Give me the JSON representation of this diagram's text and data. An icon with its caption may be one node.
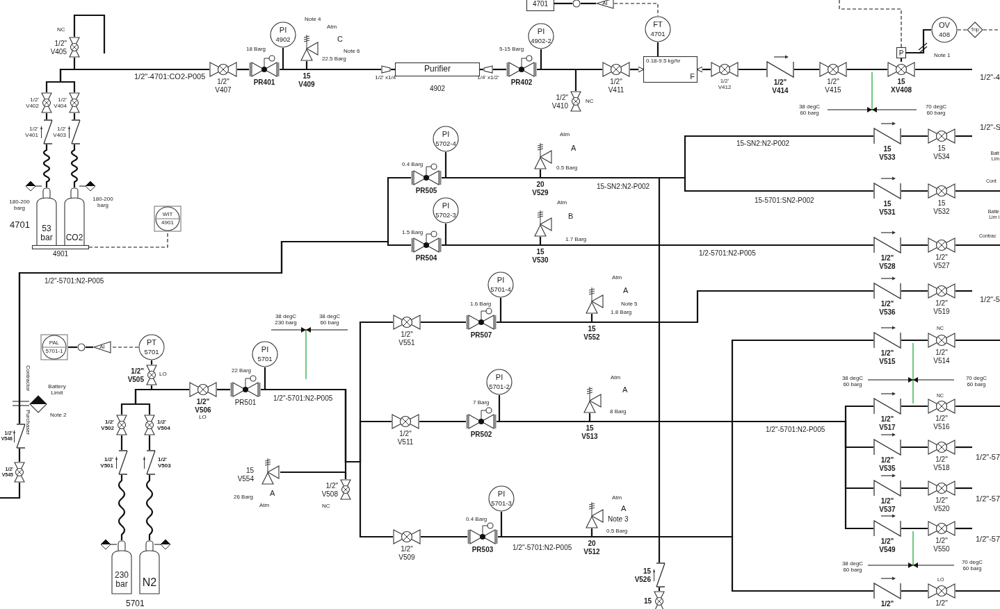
{
  "diagram": {
    "nodes": [
      {
        "text": [],
        "shape": "valve",
        "beside": [
          "1/2\"",
          "V405"
        ]
      },
      {
        "text": [],
        "shape": "valve",
        "beside": [
          "1/2'",
          "V402"
        ]
      },
      {
        "text": [],
        "shape": "valve",
        "beside": [
          "1/2'",
          "V404"
        ]
      },
      {
        "text": [],
        "shape": "valve",
        "beside": [
          "1/2'",
          "V401"
        ]
      },
      {
        "text": [],
        "shape": "valve",
        "beside": [
          "1/2'",
          "V403"
        ]
      },
      {
        "text": [
          "53 bar"
        ]
      },
      {
        "text": [
          "CO2"
        ]
      },
      {
        "text": [],
        "shape": "bar",
        "beside": [
          "4901"
        ]
      },
      {
        "text": [
          "WIT",
          "4901"
        ]
      },
      {
        "text": [],
        "shape": "valve",
        "beside": [
          "1/2\"",
          "V407"
        ]
      },
      {
        "text": [],
        "shape": "valve",
        "beside": [
          "PR401"
        ]
      },
      {
        "text": [
          "PI",
          "4902"
        ]
      },
      {
        "text": [],
        "shape": "valve",
        "beside": [
          "15",
          "V409"
        ]
      },
      {
        "text": [],
        "shape": "reducer",
        "beside": [
          "1/2' x1/4'"
        ]
      },
      {
        "text": [
          "Purifier"
        ],
        "beside": [
          "4902"
        ]
      },
      {
        "text": [],
        "shape": "reducer",
        "beside": [
          "1/4' x1/2'"
        ]
      },
      {
        "text": [],
        "shape": "valve",
        "beside": [
          "PR402"
        ]
      },
      {
        "text": [
          "PI",
          "4902-2"
        ]
      },
      {
        "text": [],
        "shape": "valve",
        "beside": [
          "1/2\"",
          "V410"
        ]
      },
      {
        "text": [],
        "shape": "valve",
        "beside": [
          "1/2\"",
          "V411"
        ]
      },
      {
        "text": [
          "FT",
          "4701"
        ]
      },
      {
        "text": [
          "0.18-9.5 kg/hr",
          "F"
        ]
      },
      {
        "text": [],
        "shape": "valve",
        "beside": [
          "1/2'",
          "V412"
        ]
      },
      {
        "text": [],
        "shape": "valve",
        "beside": [
          "1/2\"",
          "V414"
        ]
      },
      {
        "text": [],
        "shape": "valve",
        "beside": [
          "1/2\"",
          "V415"
        ]
      },
      {
        "text": [],
        "shape": "valve",
        "beside": [
          "15",
          "XV408"
        ]
      },
      {
        "text": [
          "P"
        ]
      },
      {
        "text": [
          "OV",
          "408"
        ]
      },
      {
        "text": [
          "Trip"
        ]
      },
      {
        "text": [
          "4701"
        ]
      },
      {
        "text": [],
        "shape": "circle"
      },
      {
        "text": [
          "AI"
        ]
      },
      {
        "text": [],
        "shape": "valve",
        "beside": [
          "PR505"
        ]
      },
      {
        "text": [
          "PI",
          "5702-4"
        ]
      },
      {
        "text": [],
        "shape": "valve",
        "beside": [
          "20",
          "V529"
        ]
      },
      {
        "text": [],
        "shape": "valve",
        "beside": [
          "PR504"
        ]
      },
      {
        "text": [
          "PI",
          "5702-3"
        ]
      },
      {
        "text": [],
        "shape": "valve",
        "beside": [
          "15",
          "V530"
        ]
      },
      {
        "text": [],
        "shape": "valve",
        "beside": [
          "15",
          "V533"
        ]
      },
      {
        "text": [],
        "shape": "valve",
        "beside": [
          "15",
          "V534"
        ]
      },
      {
        "text": [],
        "shape": "valve",
        "beside": [
          "15",
          "V531"
        ]
      },
      {
        "text": [],
        "shape": "valve",
        "beside": [
          "15",
          "V532"
        ]
      },
      {
        "text": [],
        "shape": "valve",
        "beside": [
          "1/2\"",
          "V528"
        ]
      },
      {
        "text": [],
        "shape": "valve",
        "beside": [
          "1/2\"",
          "V527"
        ]
      },
      {
        "text": [],
        "shape": "valve",
        "beside": [
          "1/2\"",
          "V536"
        ]
      },
      {
        "text": [],
        "shape": "valve",
        "beside": [
          "1/2\"",
          "V519"
        ]
      },
      {
        "text": [],
        "shape": "valve",
        "beside": [
          "15",
          "V526"
        ]
      },
      {
        "text": [
          "PAL",
          "5701-1"
        ]
      },
      {
        "text": [],
        "shape": "circle"
      },
      {
        "text": [
          "AI"
        ]
      },
      {
        "text": [
          "PT",
          "5701"
        ]
      },
      {
        "text": [],
        "shape": "valve",
        "beside": [
          "1/2\"",
          "V505"
        ]
      },
      {
        "text": [],
        "shape": "valve",
        "beside": [
          "1/2\"",
          "V506"
        ]
      },
      {
        "text": [],
        "shape": "valve",
        "beside": [
          "PR501"
        ]
      },
      {
        "text": [
          "PI",
          "5701"
        ]
      },
      {
        "text": [],
        "shape": "valve",
        "beside": [
          "1/2'",
          "V502"
        ]
      },
      {
        "text": [],
        "shape": "valve",
        "beside": [
          "1/2'",
          "V504"
        ]
      },
      {
        "text": [],
        "shape": "valve",
        "beside": [
          "1/2'",
          "V501"
        ]
      },
      {
        "text": [],
        "shape": "valve",
        "beside": [
          "1/2'",
          "V503"
        ]
      },
      {
        "text": [
          "230 bar"
        ]
      },
      {
        "text": [
          "N2"
        ]
      },
      {
        "text": [],
        "shape": "diamond"
      },
      {
        "text": [],
        "shape": "valve",
        "beside": [
          "1/2'",
          "V546"
        ]
      },
      {
        "text": [],
        "shape": "valve",
        "beside": [
          "1/2'",
          "V545"
        ]
      },
      {
        "text": [],
        "shape": "valve",
        "beside": [
          "15",
          "V554"
        ]
      },
      {
        "text": [],
        "shape": "valve",
        "beside": [
          "1/2\"",
          "V508"
        ]
      },
      {
        "text": [],
        "shape": "valve",
        "beside": [
          "1/2\"",
          "V551"
        ]
      },
      {
        "text": [],
        "shape": "valve",
        "beside": [
          "PR507"
        ]
      },
      {
        "text": [
          "PI",
          "5701-4"
        ]
      },
      {
        "text": [],
        "shape": "valve",
        "beside": [
          "15",
          "V552"
        ]
      },
      {
        "text": [],
        "shape": "valve",
        "beside": [
          "1/2\"",
          "V511"
        ]
      },
      {
        "text": [],
        "shape": "valve",
        "beside": [
          "PR502"
        ]
      },
      {
        "text": [
          "PI",
          "5701-2"
        ]
      },
      {
        "text": [],
        "shape": "valve",
        "beside": [
          "15",
          "V513"
        ]
      },
      {
        "text": [],
        "shape": "valve",
        "beside": [
          "1/2\"",
          "V509"
        ]
      },
      {
        "text": [],
        "shape": "valve",
        "beside": [
          "PR503"
        ]
      },
      {
        "text": [
          "PI",
          "5701-3"
        ]
      },
      {
        "text": [],
        "shape": "valve",
        "beside": [
          "20",
          "V512"
        ]
      },
      {
        "text": [],
        "shape": "valve",
        "beside": [
          "1/2\"",
          "V515"
        ]
      },
      {
        "text": [],
        "shape": "valve",
        "beside": [
          "1/2\"",
          "V514"
        ]
      },
      {
        "text": [],
        "shape": "valve",
        "beside": [
          "1/2\"",
          "V517"
        ]
      },
      {
        "text": [],
        "shape": "valve",
        "beside": [
          "1/2\"",
          "V516"
        ]
      },
      {
        "text": [],
        "shape": "valve",
        "beside": [
          "1/2\"",
          "V535"
        ]
      },
      {
        "text": [],
        "shape": "valve",
        "beside": [
          "1/2\"",
          "V518"
        ]
      },
      {
        "text": [],
        "shape": "valve",
        "beside": [
          "1/2\"",
          "V537"
        ]
      },
      {
        "text": [],
        "shape": "valve",
        "beside": [
          "1/2\"",
          "V520"
        ]
      },
      {
        "text": [],
        "shape": "valve",
        "beside": [
          "1/2\"",
          "V549"
        ]
      },
      {
        "text": [],
        "shape": "valve",
        "beside": [
          "1/2\"",
          "V550"
        ]
      },
      {
        "text": [],
        "shape": "valve",
        "beside": [
          "1/2\""
        ]
      },
      {
        "text": [],
        "shape": "valve",
        "beside": [
          "1/2\""
        ]
      },
      {
        "text": [],
        "shape": "valve",
        "beside": [
          "15"
        ]
      }
    ],
    "edges": [
      {
        "from": 0,
        "to": null,
        "arrow": "none"
      },
      {
        "from": 0,
        "to": 9,
        "arrow": "none"
      },
      {
        "from": 1,
        "to": 9,
        "arrow": "none"
      },
      {
        "from": 2,
        "to": 9,
        "arrow": "none"
      },
      {
        "from": 3,
        "to": 1,
        "arrow": "none"
      },
      {
        "from": 4,
        "to": 2,
        "arrow": "none"
      },
      {
        "from": 5,
        "to": 3,
        "arrow": "none"
      },
      {
        "from": 6,
        "to": 4,
        "arrow": "none"
      },
      {
        "from": 7,
        "to": 8,
        "arrow": "none",
        "style": "dashed"
      },
      {
        "from": 9,
        "to": 10,
        "arrow": "none"
      },
      {
        "from": 11,
        "to": 10,
        "arrow": "none"
      },
      {
        "from": 10,
        "to": 13,
        "arrow": "none"
      },
      {
        "from": 12,
        "to": null,
        "arrow": "none"
      },
      {
        "from": 13,
        "to": 14,
        "arrow": "none"
      },
      {
        "from": 14,
        "to": 15,
        "arrow": "none"
      },
      {
        "from": 15,
        "to": 16,
        "arrow": "none"
      },
      {
        "from": 17,
        "to": 16,
        "arrow": "none"
      },
      {
        "from": 16,
        "to": 19,
        "arrow": "none"
      },
      {
        "from": 18,
        "to": 19,
        "arrow": "none"
      },
      {
        "from": 19,
        "to": 21,
        "arrow": "to"
      },
      {
        "from": 20,
        "to": 21,
        "arrow": "none"
      },
      {
        "from": 22,
        "to": 21,
        "arrow": "to"
      },
      {
        "from": 22,
        "to": 23,
        "arrow": "none"
      },
      {
        "from": 23,
        "to": 24,
        "arrow": "none"
      },
      {
        "from": 24,
        "to": 25,
        "arrow": "none"
      },
      {
        "from": 25,
        "to": null,
        "arrow": "none"
      },
      {
        "from": 26,
        "to": 25,
        "arrow": "none"
      },
      {
        "from": 29,
        "to": 30,
        "arrow": "none"
      },
      {
        "from": 30,
        "to": 31,
        "arrow": "none"
      },
      {
        "from": 31,
        "to": 20,
        "arrow": "none",
        "style": "dashed"
      },
      {
        "from": null,
        "to": 26,
        "arrow": "none",
        "style": "dashed"
      },
      {
        "from": 26,
        "to": 27,
        "arrow": "none"
      },
      {
        "from": 27,
        "to": 28,
        "arrow": "none",
        "style": "dashed"
      },
      {
        "from": 28,
        "to": null,
        "arrow": "none",
        "style": "dashed"
      },
      {
        "from": 33,
        "to": 32,
        "arrow": "none"
      },
      {
        "from": 36,
        "to": 35,
        "arrow": "none"
      },
      {
        "from": 34,
        "to": null,
        "arrow": "none"
      },
      {
        "from": 37,
        "to": null,
        "arrow": "none"
      },
      {
        "from": 62,
        "to": 32,
        "arrow": "none"
      },
      {
        "from": 62,
        "to": 35,
        "arrow": "none"
      },
      {
        "from": 63,
        "to": 62,
        "arrow": "none"
      },
      {
        "from": 63,
        "to": null,
        "arrow": "none"
      },
      {
        "from": 32,
        "to": 38,
        "arrow": "none"
      },
      {
        "from": 32,
        "to": 40,
        "arrow": "none"
      },
      {
        "from": 32,
        "to": 46,
        "arrow": "none"
      },
      {
        "from": 35,
        "to": 42,
        "arrow": "none"
      },
      {
        "from": 38,
        "to": 39,
        "arrow": "none"
      },
      {
        "from": 40,
        "to": 41,
        "arrow": "none"
      },
      {
        "from": 42,
        "to": 43,
        "arrow": "none"
      },
      {
        "from": 44,
        "to": 45,
        "arrow": "none"
      },
      {
        "from": 39,
        "to": null,
        "arrow": "none"
      },
      {
        "from": 41,
        "to": null,
        "arrow": "none"
      },
      {
        "from": 43,
        "to": null,
        "arrow": "none"
      },
      {
        "from": 45,
        "to": null,
        "arrow": "none"
      },
      {
        "from": 50,
        "to": 49,
        "arrow": "none",
        "style": "dashed"
      },
      {
        "from": 49,
        "to": 48,
        "arrow": "none"
      },
      {
        "from": 48,
        "to": 47,
        "arrow": "none"
      },
      {
        "from": 51,
        "to": 50,
        "arrow": "none"
      },
      {
        "from": 51,
        "to": 52,
        "arrow": "none"
      },
      {
        "from": 55,
        "to": 52,
        "arrow": "none"
      },
      {
        "from": 56,
        "to": 52,
        "arrow": "none"
      },
      {
        "from": 57,
        "to": 55,
        "arrow": "none"
      },
      {
        "from": 58,
        "to": 56,
        "arrow": "none"
      },
      {
        "from": 59,
        "to": 57,
        "arrow": "none"
      },
      {
        "from": 60,
        "to": 58,
        "arrow": "none"
      },
      {
        "from": 52,
        "to": 53,
        "arrow": "none"
      },
      {
        "from": 54,
        "to": 53,
        "arrow": "none"
      },
      {
        "from": 53,
        "to": 66,
        "arrow": "none"
      },
      {
        "from": 53,
        "to": 70,
        "arrow": "none"
      },
      {
        "from": 53,
        "to": 74,
        "arrow": "none"
      },
      {
        "from": 64,
        "to": 65,
        "arrow": "none"
      },
      {
        "from": 65,
        "to": null,
        "arrow": "none"
      },
      {
        "from": 66,
        "to": 67,
        "arrow": "none"
      },
      {
        "from": 68,
        "to": 67,
        "arrow": "none"
      },
      {
        "from": 69,
        "to": null,
        "arrow": "none"
      },
      {
        "from": 67,
        "to": 44,
        "arrow": "none"
      },
      {
        "from": 70,
        "to": 71,
        "arrow": "none"
      },
      {
        "from": 72,
        "to": 71,
        "arrow": "none"
      },
      {
        "from": 73,
        "to": null,
        "arrow": "none"
      },
      {
        "from": 71,
        "to": 80,
        "arrow": "none"
      },
      {
        "from": 71,
        "to": 82,
        "arrow": "none"
      },
      {
        "from": 71,
        "to": 84,
        "arrow": "none"
      },
      {
        "from": 71,
        "to": 86,
        "arrow": "none"
      },
      {
        "from": 74,
        "to": 75,
        "arrow": "none"
      },
      {
        "from": 76,
        "to": 75,
        "arrow": "none"
      },
      {
        "from": 77,
        "to": null,
        "arrow": "none"
      },
      {
        "from": 75,
        "to": 78,
        "arrow": "none"
      },
      {
        "from": 75,
        "to": 88,
        "arrow": "none"
      },
      {
        "from": 78,
        "to": 79,
        "arrow": "none"
      },
      {
        "from": 80,
        "to": 81,
        "arrow": "none"
      },
      {
        "from": 82,
        "to": 83,
        "arrow": "none"
      },
      {
        "from": 84,
        "to": 85,
        "arrow": "none"
      },
      {
        "from": 86,
        "to": 87,
        "arrow": "none"
      },
      {
        "from": 88,
        "to": 89,
        "arrow": "none"
      },
      {
        "from": 79,
        "to": null,
        "arrow": "none"
      },
      {
        "from": 81,
        "to": null,
        "arrow": "none"
      },
      {
        "from": 83,
        "to": null,
        "arrow": "none"
      },
      {
        "from": 85,
        "to": null,
        "arrow": "none"
      },
      {
        "from": 87,
        "to": null,
        "arrow": "none"
      },
      {
        "from": 89,
        "to": null,
        "arrow": "none"
      },
      {
        "from": 46,
        "to": 90,
        "arrow": "none"
      }
    ],
    "labels": [
      "NC",
      "180-200 barg",
      "180-200 barg",
      "4701",
      "1/2\"-4701:CO2-P005",
      "18 Barg",
      "Note 4",
      "Atm",
      "C",
      "Note 6",
      "22.5 Barg",
      "5-15 Barg",
      "NC",
      "38 degC 60 barg",
      "70 degC 60 barg",
      "Note 1",
      "1/2\"-4",
      "0.4 Barg",
      "Atm",
      "A",
      "0.5 Barg",
      "15-SN2:N2-P002",
      "1.5 Barg",
      "Atm",
      "B",
      "1.7 Barg",
      "15-SN2:N2-P002",
      "15-5701:SN2-P002",
      "1/2-5701:N2-P005",
      "1/2\"-S",
      "Batt Lim",
      "Cont",
      "Batte Lim i",
      "Contrac",
      "1/2\"-5",
      "1/2\"-5701:N2-P005",
      "LO",
      "Contractor",
      "Purchaser",
      "Battery Limit",
      "Note 2",
      "LO",
      "22 Barg",
      "1/2\"-5701:N2-P005",
      "38 degC 230 barg",
      "38 degC 60 barg",
      "5701",
      "26 Barg",
      "A",
      "Atm",
      "NC",
      "1.6 Barg",
      "Atm",
      "A",
      "Note 5",
      "1.8 Barg",
      "7 Barg",
      "Atm",
      "A",
      "8 Barg",
      "0.4 Barg",
      "Atm",
      "A",
      "Note 3",
      "0.5 Barg",
      "1/2\"-5701:N2-P005",
      "NC",
      "38 degC 60 barg",
      "70 degC 60 barg",
      "NC",
      "1/2\"-5701:N2-P005",
      "1/2\"-57",
      "1/2\"-57",
      "1/2\"-57",
      "38 degC 60 barg",
      "70 degC 60 barg",
      "LO"
    ]
  }
}
